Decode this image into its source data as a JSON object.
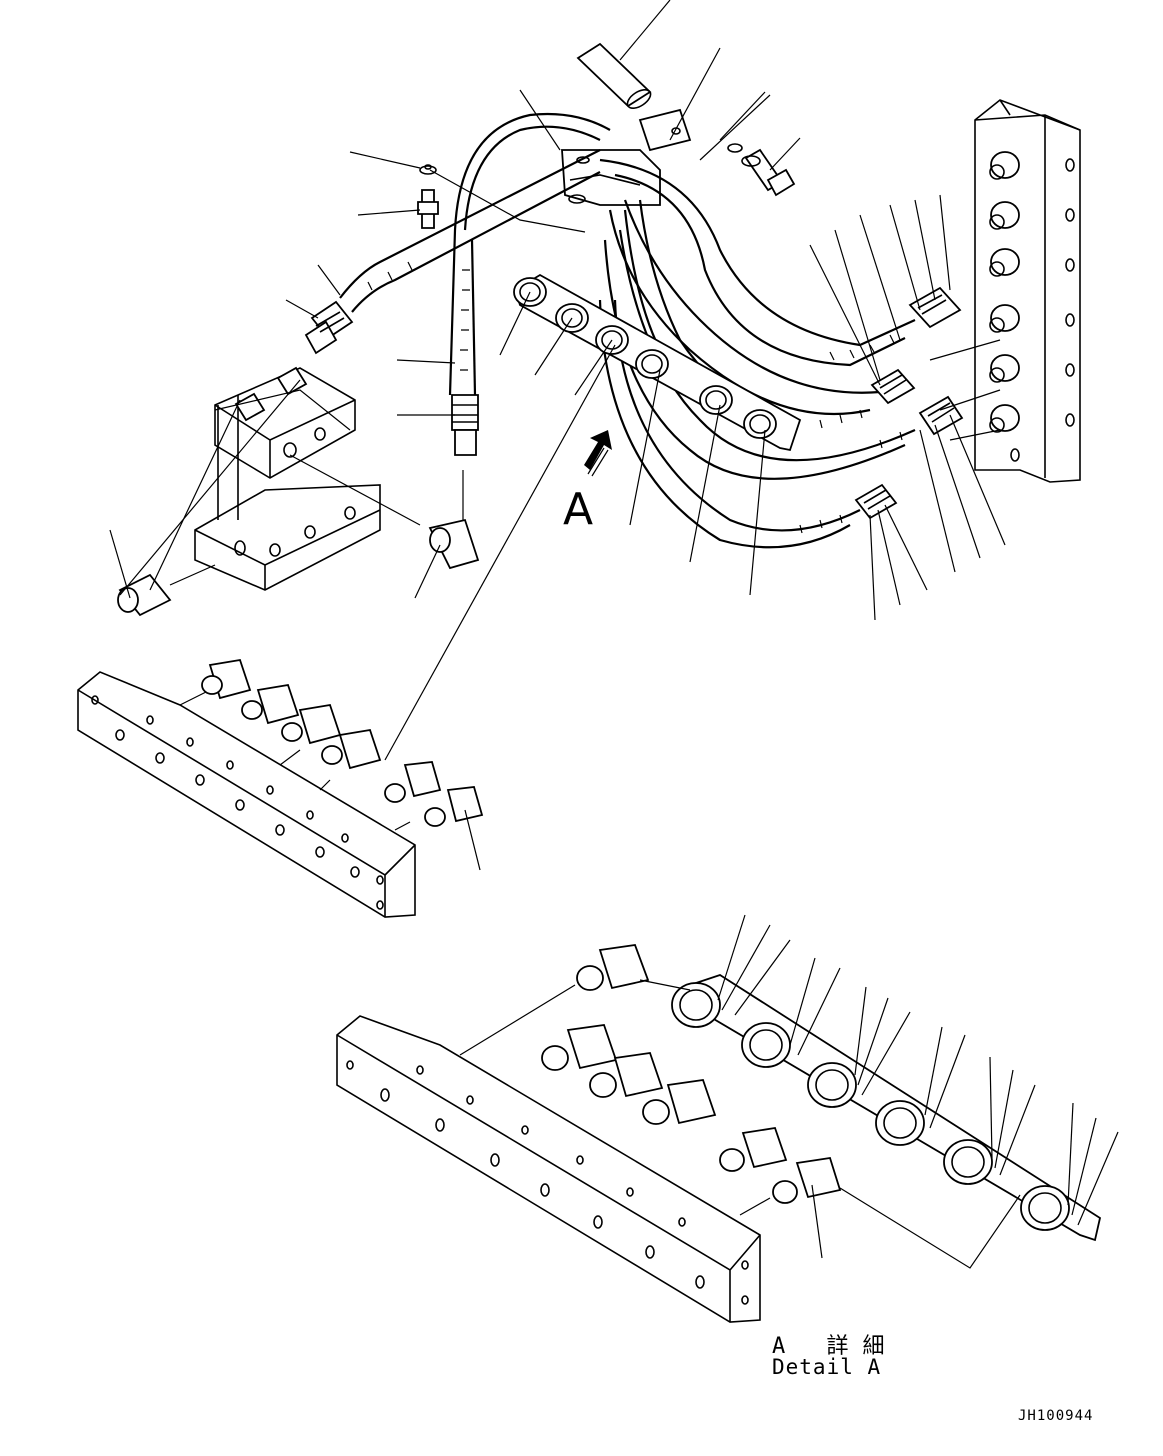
{
  "figure": {
    "view_marker": "A",
    "detail_title_jp": "A 詳細",
    "detail_title_en": "Detail A",
    "drawing_number": "JH100944",
    "line_color": "#000000",
    "background_color": "#ffffff"
  }
}
